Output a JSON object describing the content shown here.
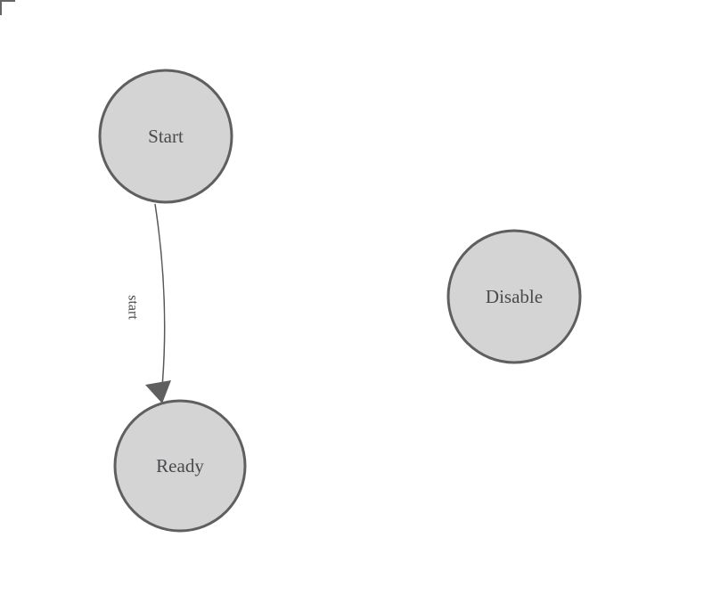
{
  "canvas": {
    "background": "#ffffff",
    "corner_mark_color": "#666666"
  },
  "colors": {
    "node_fill": "#d4d4d4",
    "node_stroke": "#5f5f5f",
    "node_label": "#4a4a4e",
    "edge_stroke": "#58585a",
    "edge_label": "#4a4a4e",
    "arrowhead_fill": "#5f5f5f"
  },
  "nodes": [
    {
      "id": "start",
      "label": "Start"
    },
    {
      "id": "ready",
      "label": "Ready"
    },
    {
      "id": "disable",
      "label": "Disable"
    }
  ],
  "edges": [
    {
      "id": "start-to-ready",
      "from": "Start",
      "to": "Ready",
      "label": "start"
    }
  ]
}
